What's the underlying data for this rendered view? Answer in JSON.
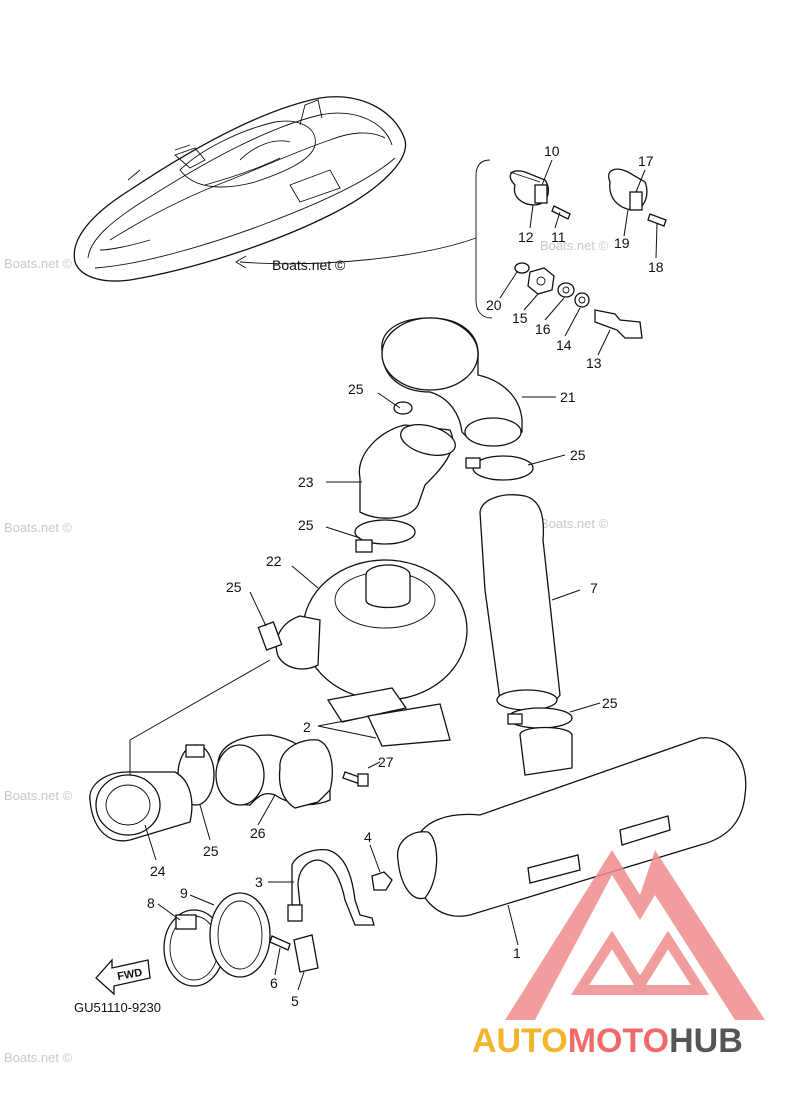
{
  "diagram": {
    "code": "GU51110-9230",
    "fwd_label": "FWD",
    "boat_label": "Boats.net ©",
    "watermark": "Boats.net ©",
    "brand": {
      "part1": "AUTO",
      "part2": "MOTO",
      "part3": "HUB",
      "color1": "#f5b52a",
      "color2": "#ef6b6b",
      "color3": "#555555"
    },
    "parts": [
      "1",
      "2",
      "3",
      "4",
      "5",
      "6",
      "7",
      "8",
      "9",
      "10",
      "11",
      "12",
      "13",
      "14",
      "15",
      "16",
      "17",
      "18",
      "19",
      "20",
      "21",
      "22",
      "23",
      "24",
      "25",
      "26",
      "27"
    ]
  }
}
